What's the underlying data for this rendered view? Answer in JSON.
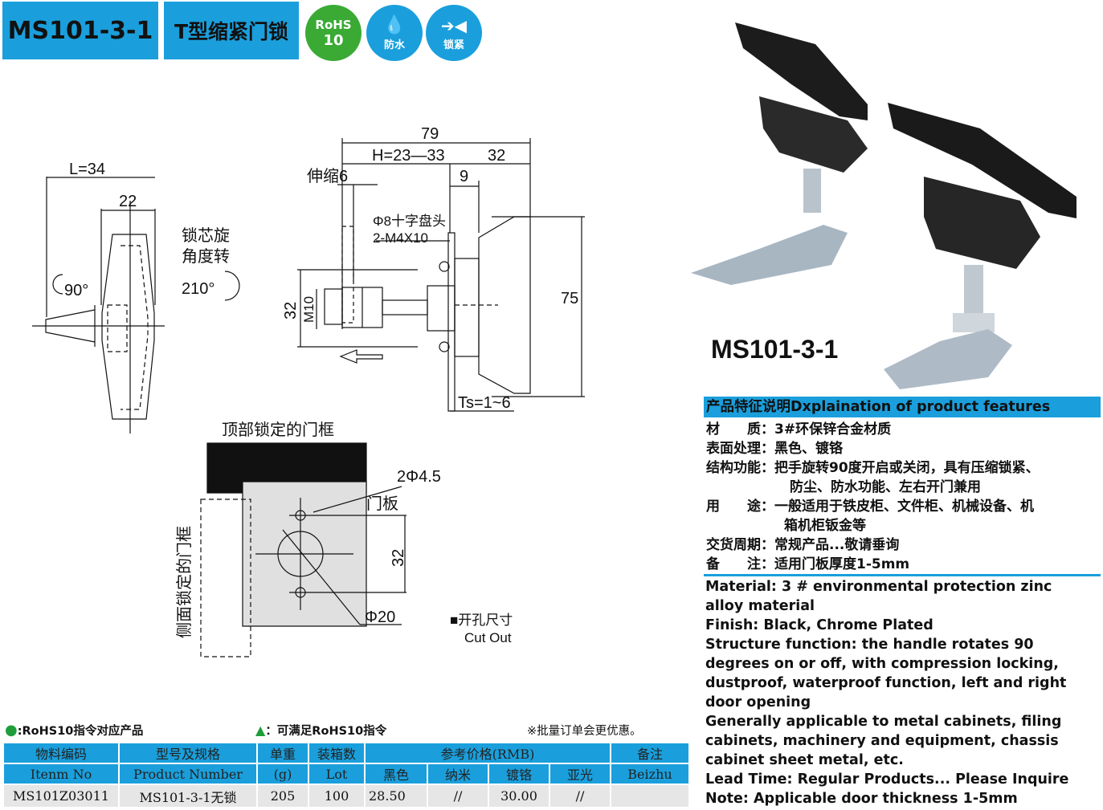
{
  "header": {
    "model": "MS101-3-1",
    "title": "T型缩紧门锁",
    "badges": [
      {
        "line1": "RoHS",
        "line2": "10",
        "color": "#3aaa35"
      },
      {
        "label": "防水",
        "color": "#1a9fdc"
      },
      {
        "label": "锁紧",
        "color": "#1a9fdc"
      }
    ]
  },
  "drawing": {
    "side": {
      "l_dim": "L=34",
      "w_dim": "22",
      "angle": "90°",
      "rotate_label_1": "锁芯旋",
      "rotate_label_2": "角度转",
      "rotate_angle": "210°"
    },
    "front": {
      "total": "79",
      "h_dim": "H=23—33",
      "dim_32": "32",
      "stretch": "伸缩6",
      "dim_9": "9",
      "screw_1": "Φ8十字盘头",
      "screw_2": "2-M4X10",
      "dim_75": "75",
      "left_32": "32",
      "thread": "M10",
      "ts": "Ts=1~6"
    },
    "cutout": {
      "top_frame": "顶部锁定的门框",
      "side_frame": "侧面锁定的门框",
      "holes": "2Φ4.5",
      "panel": "门板",
      "dim_32": "32",
      "dia": "Φ20",
      "cut_cn": "■开孔尺寸",
      "cut_en": "Cut Out"
    }
  },
  "photo": {
    "caption": "MS101-3-1"
  },
  "features": {
    "heading": "产品特征说明Dxplaination of product features",
    "rows": [
      {
        "label": "材　　质：",
        "text": "3#环保锌合金材质"
      },
      {
        "label": "表面处理：",
        "text": "黑色、镀铬"
      },
      {
        "label": "结构功能：",
        "text": "把手旋转90度开启或关闭，具有压缩锁紧、",
        "text2": "防尘、防水功能、左右开门兼用"
      },
      {
        "label": "用　　途：",
        "text": "一般适用于铁皮柜、文件柜、机械设备、机",
        "text2": "箱机柜钣金等"
      },
      {
        "label": "交货周期：",
        "text": "常规产品...敬请垂询"
      },
      {
        "label": "备　　注：",
        "text": "适用门板厚度1-5mm"
      }
    ],
    "english": [
      "Material: 3 # environmental protection zinc",
      "alloy material",
      "Finish: Black, Chrome Plated",
      "Structure function: the handle rotates 90",
      "degrees on or off, with compression locking,",
      "dustproof, waterproof function, left and right",
      "door opening",
      "Generally applicable to metal cabinets, filing",
      "cabinets, machinery and equipment, chassis",
      "cabinet sheet metal, etc.",
      "Lead Time: Regular Products... Please Inquire",
      "Note: Applicable door thickness 1-5mm"
    ]
  },
  "legend": {
    "rohs": ":RoHS10指令对应产品",
    "meets": "：可满足RoHS10指令",
    "bulk": "※批量订单会更优惠。"
  },
  "table": {
    "headers": {
      "item_cn": "物料编码",
      "item_en": "Itenm No",
      "prod_cn": "型号及规格",
      "prod_en": "Product Number",
      "weight_cn": "单重",
      "weight_en": "(g)",
      "lot_cn": "装箱数",
      "lot_en": "Lot",
      "price_cn": "参考价格(RMB)",
      "black": "黑色",
      "nano": "纳米",
      "chrome": "镀铬",
      "matte": "亚光",
      "note_cn": "备注",
      "note_en": "Beizhu"
    },
    "row": {
      "item": "MS101Z03011",
      "product": "MS101-3-1无锁",
      "weight": "205",
      "lot": "100",
      "black": "28.50",
      "nano": "//",
      "chrome": "30.00",
      "matte": "//",
      "note": ""
    }
  }
}
